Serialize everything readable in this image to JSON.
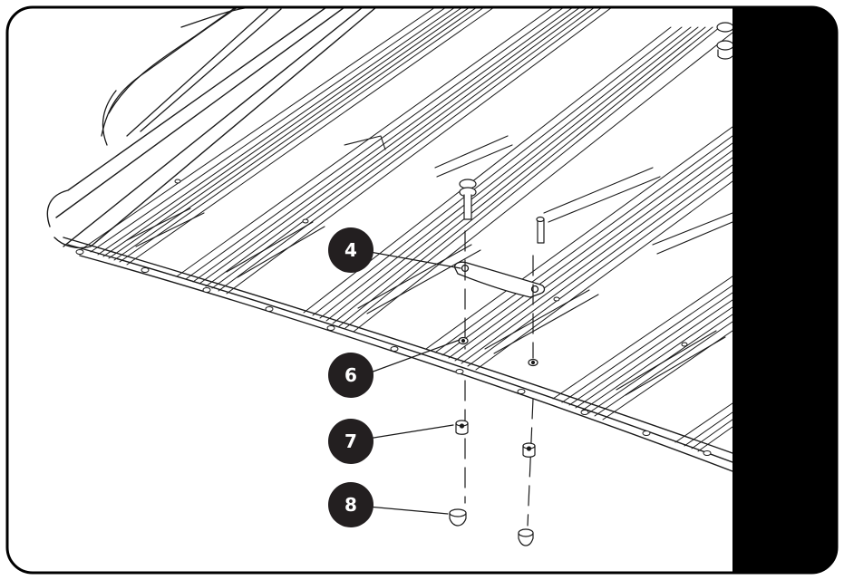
{
  "figure": {
    "frame_color": "#000000",
    "background": "#ffffff",
    "side_panel_color": "#000000"
  },
  "callouts": [
    {
      "label": "4",
      "part": "mounting-plate"
    },
    {
      "label": "6",
      "part": "bolt-head"
    },
    {
      "label": "7",
      "part": "nut"
    },
    {
      "label": "8",
      "part": "end-cap"
    }
  ]
}
